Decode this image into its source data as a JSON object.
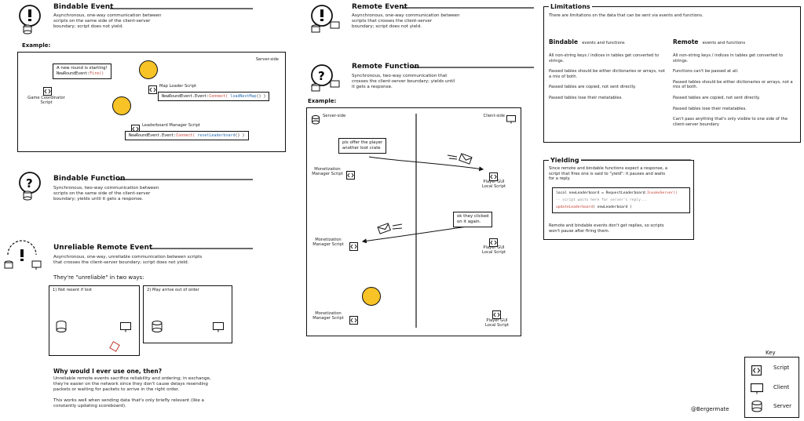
{
  "bindable_event": {
    "title": "Bindable Event",
    "desc1": "Asynchronous, one-way communication between",
    "desc2": "scripts on the same side of the client-server",
    "desc3": "boundary; script does not yield.",
    "example_label": "Example:",
    "server_side": "Server-side",
    "bubble_line1": "A new round is starting!",
    "bubble_line2_pre": "NewRoundEvent:",
    "bubble_line2_fn": "Fire()",
    "coordinator_line1": "Game Coordinator",
    "coordinator_line2": "Script",
    "map_loader": "Map Loader Script",
    "map_code_pre": "NewRoundEvent.Event:",
    "map_code_fn": "Connect(",
    "map_code_arg": " loadNextMap",
    "map_code_post": "() )",
    "leaderboard": "Leaderboard Manager Script",
    "lb_code_pre": "NewRoundEvent.Event:",
    "lb_code_fn": "Connect(",
    "lb_code_arg": " resetLeaderboard",
    "lb_code_post": "() )"
  },
  "bindable_function": {
    "title": "Bindable Function",
    "desc1": "Synchronous, two-way communication between",
    "desc2": "scripts on the same side of the client-server",
    "desc3": "boundary; yields until it gets a response."
  },
  "unreliable": {
    "title": "Unreliable Remote Event",
    "desc1": "Asynchronous, one-way, unreliable communication between scripts",
    "desc2": "that crosses the client-server boundary; script does not yield.",
    "ways": "They're \"unreliable\" in two ways:",
    "way1": "1) Not resent if lost",
    "way2": "2) May arrive out of order",
    "why": "Why would I ever use one, then?",
    "why1": "Unreliable remote events sacrifice reliability and ordering; in exchange,",
    "why2": "they're easier on the network since they don't cause delays resending",
    "why3": "packets or waiting for packets to arrive in the right order.",
    "why4": "This works well when sending data that's only briefly relevant (like a",
    "why5": "constantly updating scoreboard)."
  },
  "remote_event": {
    "title": "Remote Event",
    "desc1": "Asynchronous, one-way communication between",
    "desc2": "scripts that crosses the client-server",
    "desc3": "boundary; script does not yield."
  },
  "remote_function": {
    "title": "Remote Function",
    "desc1": "Synchronous, two-way communication that",
    "desc2": "crosses the client-server boundary; yields until",
    "desc3": "it gets a response.",
    "example_label": "Example:",
    "server_side": "Server-side",
    "client_side": "Client-side",
    "bubble1_line1": "pls offer the player",
    "bubble1_line2": "another loot crate",
    "bubble2_line1": "ok they clicked",
    "bubble2_line2": "on it again.",
    "monet_line1": "Monetization",
    "monet_line2": "Manager Script",
    "gui_line1": "Player GUI",
    "gui_line2": "Local Script"
  },
  "limitations": {
    "title": "Limitations",
    "intro": "There are limitations on the data that can be sent via events and functions.",
    "bindable_head": "Bindable",
    "bindable_sub": "events and functions",
    "remote_head": "Remote",
    "remote_sub": "events and functions",
    "bindable_items": [
      "All non-string keys / indices in tables get converted to strings.",
      "Passed tables should be either dictionaries or arrays, not a mix of both.",
      "Passed tables are copied, not sent directly.",
      "Passed tables lose their metatables."
    ],
    "remote_items": [
      "All non-string keys / indices in tables get converted to strings.",
      "Functions can't be passed at all.",
      "Passed tables should be either dictionaries or arrays, not a mix of both.",
      "Passed tables are copied, not sent directly.",
      "Passed tables lose their metatables.",
      "Can't pass anything that's only visible to one side of the client-server boundary"
    ]
  },
  "yielding": {
    "title": "Yielding",
    "desc1": "Since remote and bindable functions expect a response, a",
    "desc2": "script that fires one is said to \"yield\": it pauses and waits",
    "desc3": "for a reply.",
    "code1_pre": "local newLeaderboard = RequestLeaderboard:",
    "code1_fn": "InvokeServer()",
    "code2": "-- script waits here for server's reply...",
    "code3_fn": "updateLeaderboard",
    "code3_post": "( newLeaderboard )",
    "note1": "Remote and bindable events don't get replies, so scripts",
    "note2": "won't pause after firing them."
  },
  "key": {
    "title": "Key",
    "script": "Script",
    "client": "Client",
    "server": "Server"
  },
  "credit": "@Bergermate",
  "colors": {
    "ink": "#111111",
    "red": "#c0392b",
    "blue": "#2b6cb0",
    "emoji": "#f7c326"
  }
}
